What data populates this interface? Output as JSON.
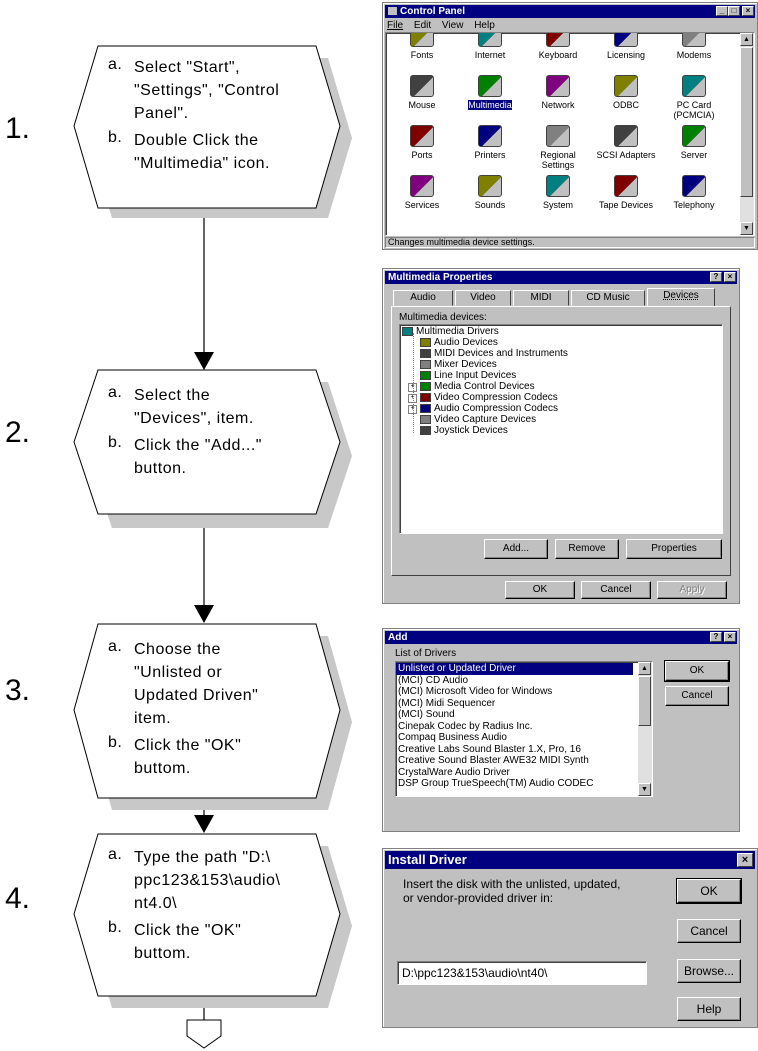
{
  "steps": [
    {
      "number": "1.",
      "a_label": "a.",
      "a_lines": [
        "Select \"Start\",",
        "\"Settings\", \"Control",
        "Panel\"."
      ],
      "b_label": "b.",
      "b_lines": [
        "Double Click the",
        "\"Multimedia\" icon."
      ]
    },
    {
      "number": "2.",
      "a_label": "a.",
      "a_lines": [
        "Select the",
        "\"Devices\", item."
      ],
      "b_label": "b.",
      "b_lines": [
        "Click the \"Add...\"",
        "button."
      ]
    },
    {
      "number": "3.",
      "a_label": "a.",
      "a_lines": [
        "Choose the",
        "\"Unlisted or",
        "Updated Driven\"",
        "item."
      ],
      "b_label": "b.",
      "b_lines": [
        "Click the \"OK\"",
        "buttom."
      ]
    },
    {
      "number": "4.",
      "a_label": "a.",
      "a_lines": [
        "Type the path \"D:\\",
        "ppc123&153\\audio\\",
        "nt4.0\\"
      ],
      "b_label": "b.",
      "b_lines": [
        "Click the \"OK\"",
        "buttom."
      ]
    }
  ],
  "control_panel": {
    "title": "Control Panel",
    "menu": [
      "File",
      "Edit",
      "View",
      "Help"
    ],
    "icons": [
      {
        "label": "Fonts",
        "icon": "fonts-icon"
      },
      {
        "label": "Internet",
        "icon": "internet-icon"
      },
      {
        "label": "Keyboard",
        "icon": "keyboard-icon"
      },
      {
        "label": "Licensing",
        "icon": "licensing-icon"
      },
      {
        "label": "Modems",
        "icon": "modems-icon"
      },
      {
        "label": "Mouse",
        "icon": "mouse-icon"
      },
      {
        "label": "Multimedia",
        "icon": "multimedia-icon",
        "selected": true
      },
      {
        "label": "Network",
        "icon": "network-icon"
      },
      {
        "label": "ODBC",
        "icon": "odbc-icon"
      },
      {
        "label": "PC Card (PCMCIA)",
        "icon": "pc-card-icon"
      },
      {
        "label": "Ports",
        "icon": "ports-icon"
      },
      {
        "label": "Printers",
        "icon": "printers-icon"
      },
      {
        "label": "Regional Settings",
        "icon": "regional-settings-icon"
      },
      {
        "label": "SCSI Adapters",
        "icon": "scsi-adapters-icon"
      },
      {
        "label": "Server",
        "icon": "server-icon"
      },
      {
        "label": "Services",
        "icon": "services-icon"
      },
      {
        "label": "Sounds",
        "icon": "sounds-icon"
      },
      {
        "label": "System",
        "icon": "system-icon"
      },
      {
        "label": "Tape Devices",
        "icon": "tape-devices-icon"
      },
      {
        "label": "Telephony",
        "icon": "telephony-icon"
      }
    ],
    "status": "Changes multimedia device settings."
  },
  "multimedia_properties": {
    "title": "Multimedia Properties",
    "tabs": [
      "Audio",
      "Video",
      "MIDI",
      "CD Music",
      "Devices"
    ],
    "active_tab": "Devices",
    "group_label": "Multimedia devices:",
    "tree": [
      {
        "label": "Multimedia Drivers",
        "level": 0,
        "expander": ""
      },
      {
        "label": "Audio Devices",
        "level": 1,
        "expander": ""
      },
      {
        "label": "MIDI Devices and Instruments",
        "level": 1,
        "expander": ""
      },
      {
        "label": "Mixer Devices",
        "level": 1,
        "expander": ""
      },
      {
        "label": "Line Input Devices",
        "level": 1,
        "expander": ""
      },
      {
        "label": "Media Control Devices",
        "level": 1,
        "expander": "+"
      },
      {
        "label": "Video Compression Codecs",
        "level": 1,
        "expander": "+"
      },
      {
        "label": "Audio Compression Codecs",
        "level": 1,
        "expander": "+"
      },
      {
        "label": "Video Capture Devices",
        "level": 1,
        "expander": ""
      },
      {
        "label": "Joystick Devices",
        "level": 1,
        "expander": ""
      }
    ],
    "buttons": {
      "add": "Add...",
      "remove": "Remove",
      "properties": "Properties",
      "ok": "OK",
      "cancel": "Cancel",
      "apply": "Apply"
    }
  },
  "add_dialog": {
    "title": "Add",
    "list_label": "List of Drivers",
    "drivers": [
      "Unlisted or Updated Driver",
      "(MCI) CD Audio",
      "(MCI) Microsoft Video for Windows",
      "(MCI) Midi Sequencer",
      "(MCI) Sound",
      "Cinepak Codec by Radius Inc.",
      "Compaq Business Audio",
      "Creative Labs Sound Blaster 1.X, Pro, 16",
      "Creative Sound Blaster AWE32 MIDI Synth",
      "CrystalWare Audio Driver",
      "DSP Group TrueSpeech(TM) Audio CODEC"
    ],
    "selected": "Unlisted or Updated Driver",
    "ok": "OK",
    "cancel": "Cancel"
  },
  "install_driver": {
    "title": "Install Driver",
    "message": [
      "Insert the disk with the unlisted, updated,",
      "or vendor-provided driver in:"
    ],
    "path": "D:\\ppc123&153\\audio\\nt40\\",
    "ok": "OK",
    "cancel": "Cancel",
    "browse": "Browse...",
    "help": "Help"
  },
  "colors": {
    "title_bar": "#000080",
    "face": "#c0c0c0",
    "shadow": "#808080",
    "selection": "#000080",
    "hex_shadow": "#c8c8c8"
  }
}
